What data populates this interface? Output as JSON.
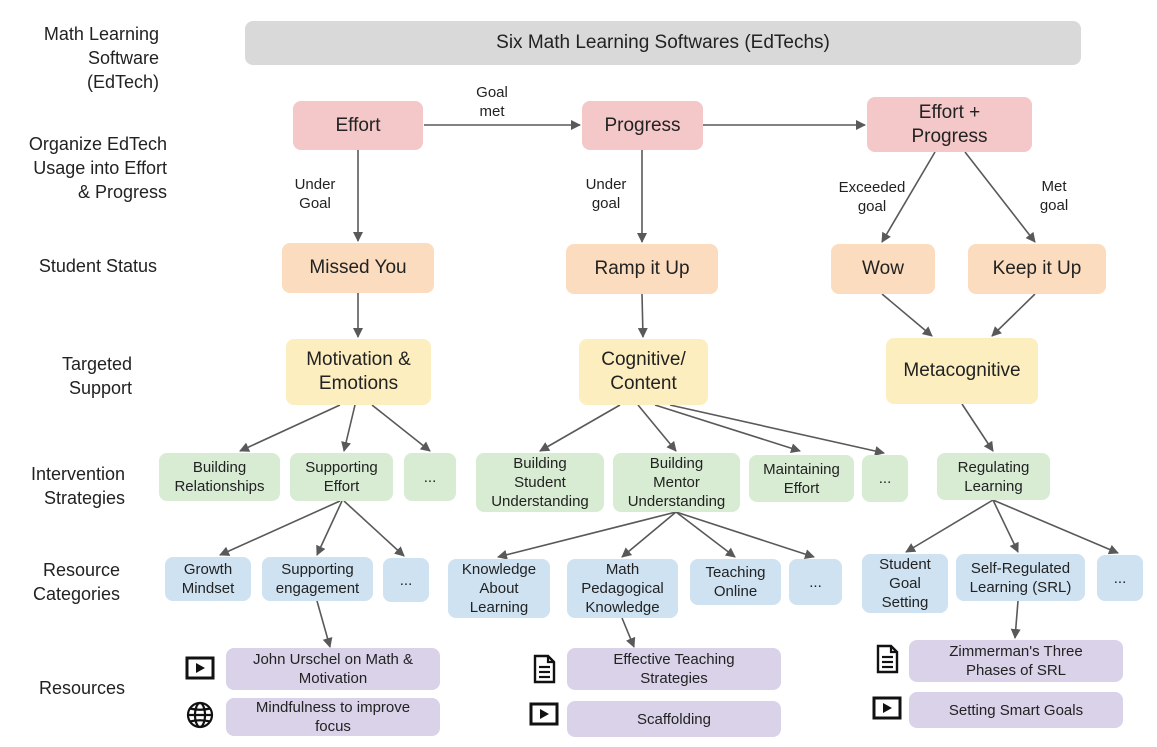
{
  "row_labels": {
    "edtech": "Math Learning\nSoftware\n(EdTech)",
    "organize": "Organize EdTech\nUsage into Effort\n& Progress",
    "status": "Student Status",
    "support": "Targeted\nSupport",
    "strategies": "Intervention\nStrategies",
    "categories": "Resource\nCategories",
    "resources": "Resources"
  },
  "edtech": {
    "title": "Six Math Learning Softwares (EdTechs)"
  },
  "organize": {
    "effort": "Effort",
    "progress": "Progress",
    "effort_progress": "Effort +\nProgress"
  },
  "edge_labels": {
    "goal_met": "Goal\nmet",
    "under_goal_cap": "Under\nGoal",
    "under_goal": "Under\ngoal",
    "exceeded_goal": "Exceeded\ngoal",
    "met_goal": "Met\ngoal"
  },
  "status": {
    "missed_you": "Missed You",
    "ramp_it_up": "Ramp it Up",
    "wow": "Wow",
    "keep_it_up": "Keep it Up"
  },
  "support": {
    "motivation": "Motivation &\nEmotions",
    "cognitive": "Cognitive/\nContent",
    "metacognitive": "Metacognitive"
  },
  "strategies": {
    "building_relationships": "Building\nRelationships",
    "supporting_effort": "Supporting\nEffort",
    "more_1": "...",
    "building_student_understanding": "Building\nStudent\nUnderstanding",
    "building_mentor_understanding": "Building\nMentor\nUnderstanding",
    "maintaining_effort": "Maintaining\nEffort",
    "more_2": "...",
    "regulating_learning": "Regulating\nLearning"
  },
  "categories": {
    "growth_mindset": "Growth\nMindset",
    "supporting_engagement": "Supporting\nengagement",
    "more_1": "...",
    "knowledge_about_learning": "Knowledge\nAbout\nLearning",
    "math_pedagogical_knowledge": "Math\nPedagogical\nKnowledge",
    "teaching_online": "Teaching\nOnline",
    "more_2": "...",
    "student_goal_setting": "Student\nGoal\nSetting",
    "srl": "Self-Regulated\nLearning (SRL)",
    "more_3": "..."
  },
  "resources": {
    "urschel": {
      "label": "John Urschel on Math &\nMotivation",
      "icon": "video-icon"
    },
    "mindfulness": {
      "label": "Mindfulness to improve\nfocus",
      "icon": "globe-icon"
    },
    "effective_teaching": {
      "label": "Effective Teaching\nStrategies",
      "icon": "document-icon"
    },
    "scaffolding": {
      "label": "Scaffolding",
      "icon": "video-icon"
    },
    "zimmerman": {
      "label": "Zimmerman's Three\nPhases of SRL",
      "icon": "document-icon"
    },
    "smart_goals": {
      "label": "Setting Smart Goals",
      "icon": "video-icon"
    }
  },
  "colors": {
    "edtech": "#d9d9d9",
    "organize": "#f4c7c8",
    "status": "#fbdcbe",
    "support": "#fdeec0",
    "strategy": "#d8ebd3",
    "category": "#cfe2f2",
    "resource": "#d9d2e9",
    "arrow": "#595959"
  }
}
